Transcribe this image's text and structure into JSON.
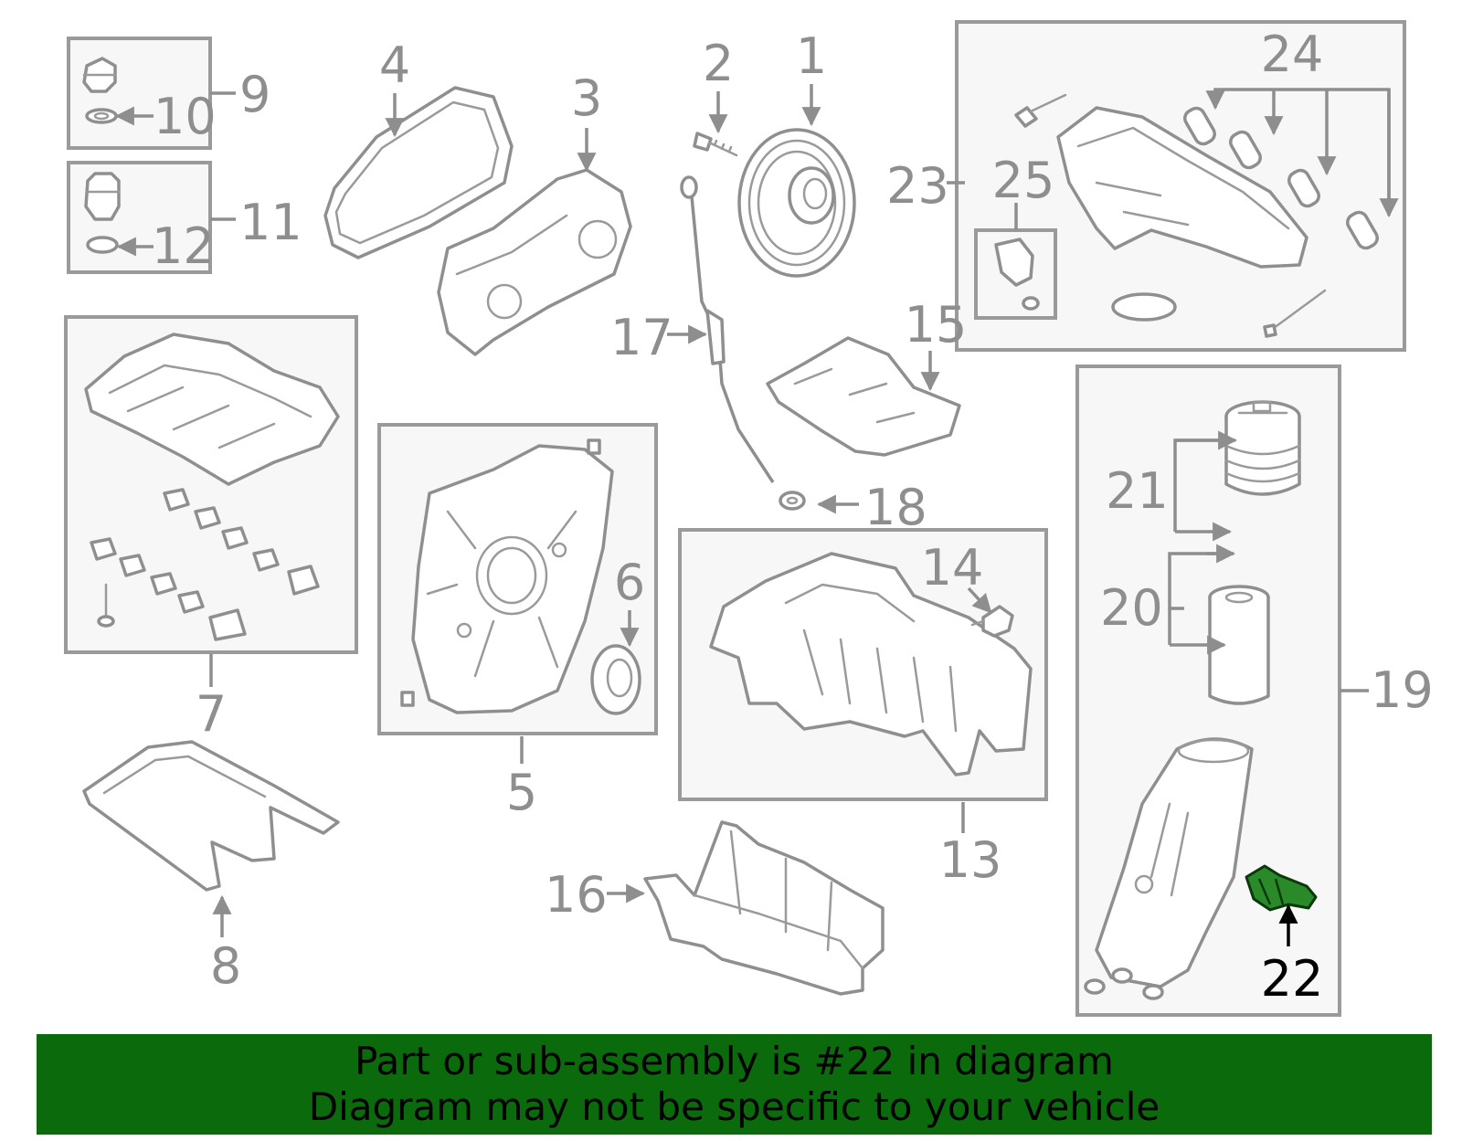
{
  "diagram": {
    "callouts": {
      "c1": "1",
      "c2": "2",
      "c3": "3",
      "c4": "4",
      "c5": "5",
      "c6": "6",
      "c7": "7",
      "c8": "8",
      "c9": "9",
      "c10": "10",
      "c11": "11",
      "c12": "12",
      "c13": "13",
      "c14": "14",
      "c15": "15",
      "c16": "16",
      "c17": "17",
      "c18": "18",
      "c19": "19",
      "c20": "20",
      "c21": "21",
      "c22": "22",
      "c23": "23",
      "c24": "24",
      "c25": "25"
    },
    "highlight_part": "22",
    "colors": {
      "line_art": "#8f8f8f",
      "box_fill": "#f7f7f7",
      "highlight_part_fill": "#2a8a2a",
      "banner_bg": "#0b6a0b",
      "banner_text": "#000000"
    }
  },
  "banner": {
    "line1": "Part or sub-assembly is #22 in diagram",
    "line2": "Diagram may not be specific to your vehicle"
  }
}
